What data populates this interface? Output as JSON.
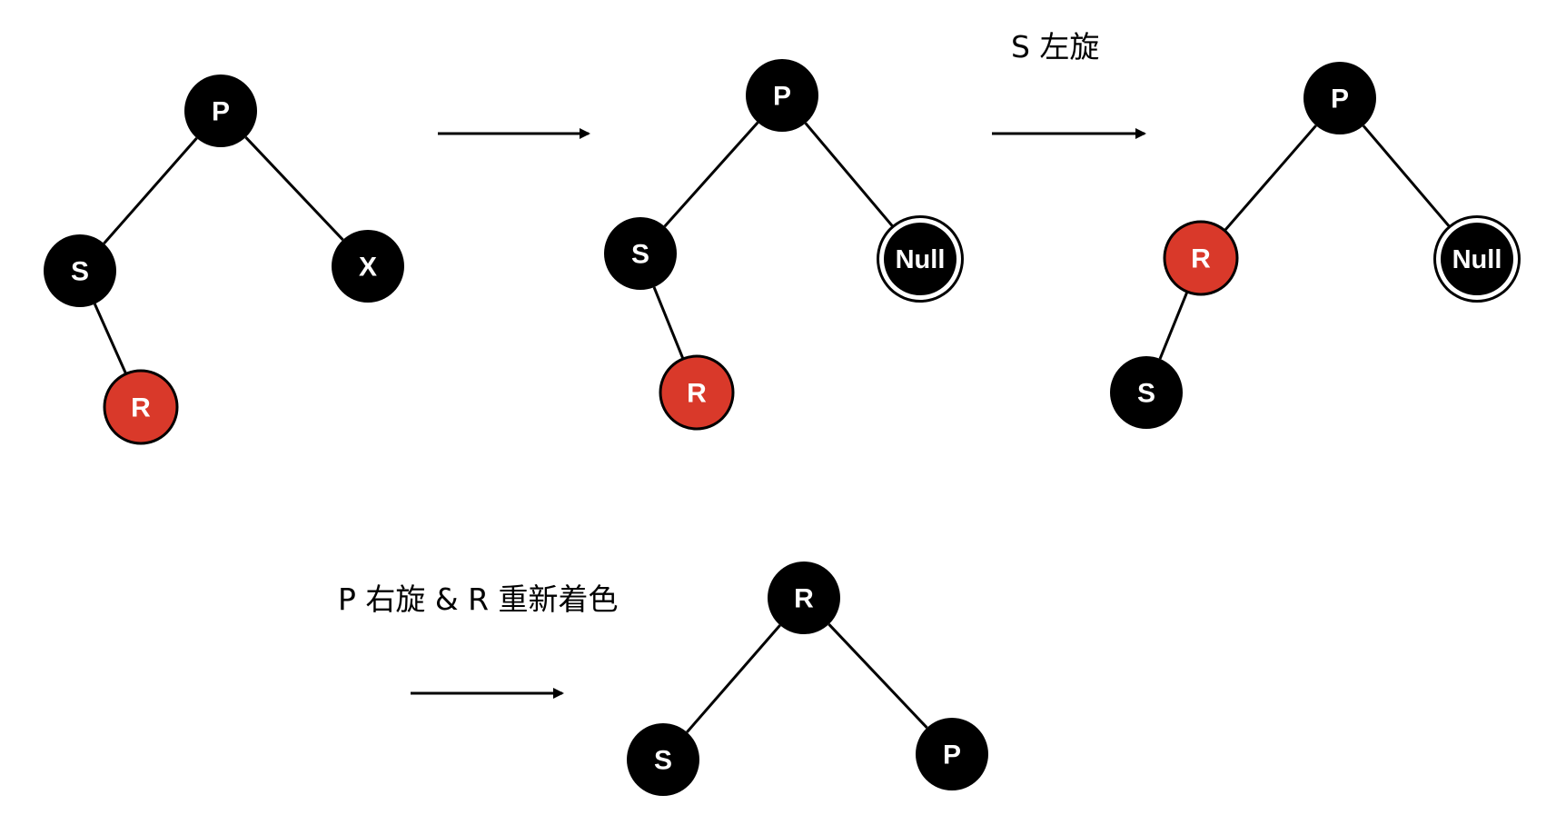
{
  "colors": {
    "black_node": "#000000",
    "red_node": "#D9392A",
    "edge": "#000000",
    "label": "#ffffff"
  },
  "captions": {
    "step2": "S 左旋",
    "step3": "P 右旋 & R 重新着色"
  },
  "trees": [
    {
      "id": "initial",
      "nodes": [
        {
          "id": "p",
          "label": "P",
          "color": "black"
        },
        {
          "id": "s",
          "label": "S",
          "color": "black"
        },
        {
          "id": "x",
          "label": "X",
          "color": "black"
        },
        {
          "id": "r",
          "label": "R",
          "color": "red"
        }
      ],
      "edges": [
        [
          "p",
          "s"
        ],
        [
          "p",
          "x"
        ],
        [
          "s",
          "r"
        ]
      ]
    },
    {
      "id": "x-removed",
      "nodes": [
        {
          "id": "p",
          "label": "P",
          "color": "black"
        },
        {
          "id": "s",
          "label": "S",
          "color": "black"
        },
        {
          "id": "null",
          "label": "Null",
          "color": "black",
          "double_ring": true
        },
        {
          "id": "r",
          "label": "R",
          "color": "red"
        }
      ],
      "edges": [
        [
          "p",
          "s"
        ],
        [
          "p",
          "null"
        ],
        [
          "s",
          "r"
        ]
      ]
    },
    {
      "id": "after-left-rotate",
      "nodes": [
        {
          "id": "p",
          "label": "P",
          "color": "black"
        },
        {
          "id": "r",
          "label": "R",
          "color": "red"
        },
        {
          "id": "null",
          "label": "Null",
          "color": "black",
          "double_ring": true
        },
        {
          "id": "s",
          "label": "S",
          "color": "black"
        }
      ],
      "edges": [
        [
          "p",
          "r"
        ],
        [
          "p",
          "null"
        ],
        [
          "r",
          "s"
        ]
      ]
    },
    {
      "id": "after-right-rotate",
      "nodes": [
        {
          "id": "r",
          "label": "R",
          "color": "black"
        },
        {
          "id": "s",
          "label": "S",
          "color": "black"
        },
        {
          "id": "p",
          "label": "P",
          "color": "black"
        }
      ],
      "edges": [
        [
          "r",
          "s"
        ],
        [
          "r",
          "p"
        ]
      ]
    }
  ]
}
